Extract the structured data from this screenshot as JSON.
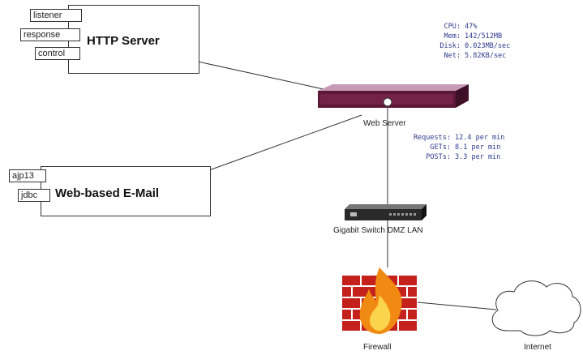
{
  "components": {
    "http_server": {
      "title": "HTTP Server",
      "ports": [
        "listener",
        "response",
        "control"
      ]
    },
    "email": {
      "title": "Web-based E-Mail",
      "ports": [
        "ajp13",
        "jdbc"
      ]
    }
  },
  "nodes": {
    "web_server": {
      "label": "Web Server"
    },
    "switch": {
      "label": "Gigabit Switch DMZ LAN"
    },
    "firewall": {
      "label": "Firewall"
    },
    "internet": {
      "label": "Internet"
    }
  },
  "server_stats": [
    {
      "key": "CPU:",
      "value": "47%"
    },
    {
      "key": "Mem:",
      "value": "142/512MB"
    },
    {
      "key": "Disk:",
      "value": "0.023MB/sec"
    },
    {
      "key": "Net:",
      "value": "5.82KB/sec"
    }
  ],
  "request_stats": [
    {
      "key": "Requests:",
      "value": "12.4 per min"
    },
    {
      "key": "GETs:",
      "value": "8.1 per min"
    },
    {
      "key": "POSTs:",
      "value": "3.3 per min"
    }
  ],
  "colors": {
    "server_body": "#5c1838",
    "server_front": "#8a2c58",
    "switch_body": "#2a2a2a",
    "firewall_brick": "#c4201c",
    "flame_outer": "#f08a12",
    "flame_inner": "#fcd34d",
    "stats_text": "#2e3a8c"
  }
}
